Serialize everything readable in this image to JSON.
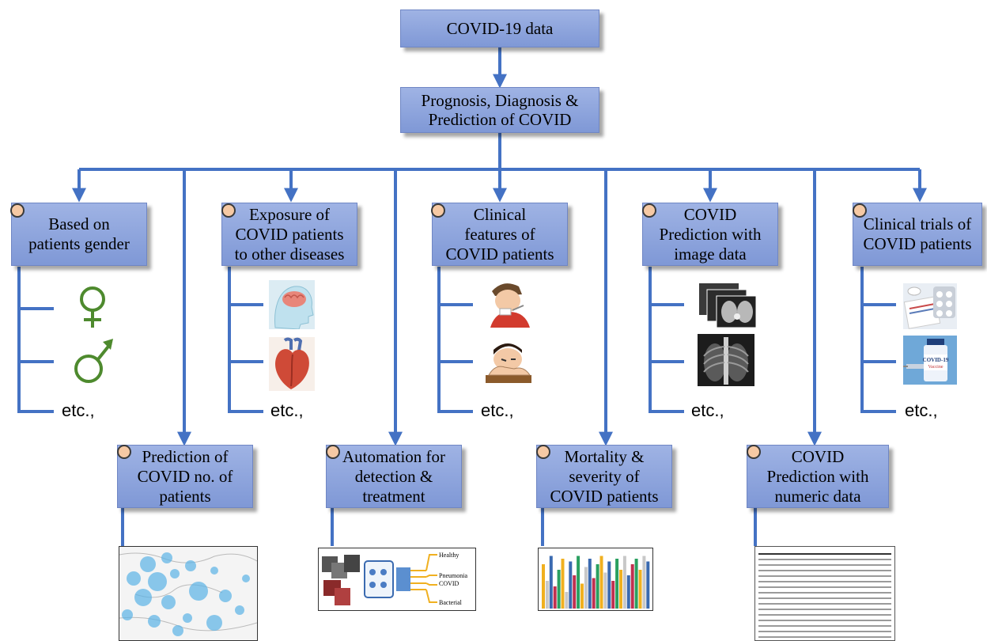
{
  "root": {
    "label": "COVID-19 data"
  },
  "level2": {
    "label": "Prognosis, Diagnosis &\nPrediction of COVID"
  },
  "top_categories": [
    {
      "label": "Based on\npatients gender",
      "etc": "etc.,"
    },
    {
      "label": "Exposure of\nCOVID patients\nto other diseases",
      "etc": "etc.,"
    },
    {
      "label": "Clinical\nfeatures of\nCOVID patients",
      "etc": "etc.,"
    },
    {
      "label": "COVID\nPrediction with\nimage data",
      "etc": "etc.,"
    },
    {
      "label": "Clinical trials of\nCOVID patients",
      "etc": "etc.,"
    }
  ],
  "bottom_categories": [
    {
      "label": "Prediction of\nCOVID no. of\npatients"
    },
    {
      "label": "Automation for\ndetection &\ntreatment"
    },
    {
      "label": "Mortality &\nseverity of\nCOVID patients"
    },
    {
      "label": "COVID\nPrediction with\nnumeric data"
    }
  ],
  "automation_figure": {
    "labels": [
      "Healthy",
      "Pneumonia",
      "COVID",
      "Bacterial"
    ]
  },
  "vaccine_label": "COVID-19\nVaccine",
  "colors": {
    "connector": "#4472c4",
    "box": "#8ea5dc",
    "dot": "#f6c9a4",
    "gender_symbol": "#4e8a2e"
  },
  "icons": [
    "female-symbol-icon",
    "male-symbol-icon",
    "brain-icon",
    "heart-icon",
    "coughing-person-icon",
    "sick-person-icon",
    "lung-ct-icon",
    "chest-xray-icon",
    "pills-icon",
    "vaccine-vial-icon"
  ]
}
